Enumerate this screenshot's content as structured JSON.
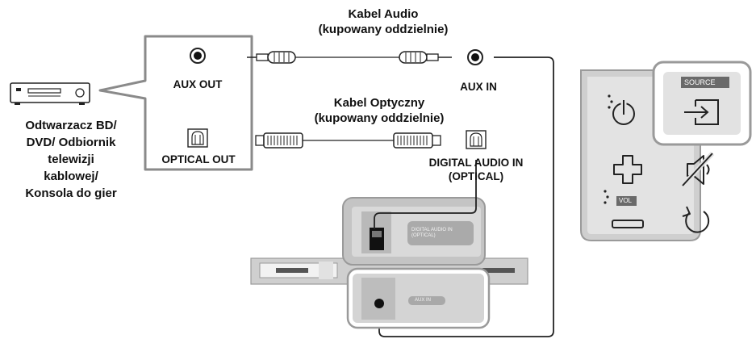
{
  "source_device": {
    "label_lines": [
      "Odtwarzacz BD/",
      "DVD/ Odbiornik",
      "telewizji",
      "kablowej/",
      "Konsola do gier"
    ],
    "aux_out": "AUX OUT",
    "optical_out": "OPTICAL OUT"
  },
  "cables": {
    "audio_line1": "Kabel Audio",
    "audio_line2": "(kupowany oddzielnie)",
    "optical_line1": "Kabel Optyczny",
    "optical_line2": "(kupowany oddzielnie)"
  },
  "soundbar_ports": {
    "aux_in": "AUX IN",
    "digital_line1": "DIGITAL AUDIO IN",
    "digital_line2": "(OPTICAL)",
    "panel_digital_line1": "DIGITAL AUDIO IN",
    "panel_digital_line2": "(OPTICAL)",
    "panel_aux": "AUX IN"
  },
  "remote": {
    "source_label": "SOURCE",
    "vol_label": "VOL",
    "icons": [
      "power-icon",
      "source-input-icon",
      "plus-icon",
      "minus-icon",
      "mute-icon",
      "repeat-icon"
    ]
  },
  "colors": {
    "outline": "#888888",
    "panel": "#d6d6d6",
    "line": "#222222"
  }
}
